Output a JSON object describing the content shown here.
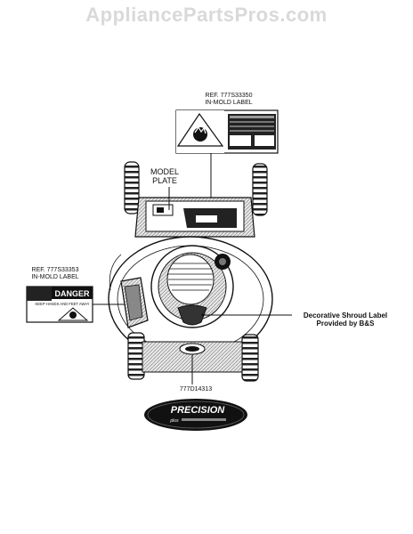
{
  "watermark": "AppliancePartsPros.com",
  "labels": {
    "ref_top_line1": "REF. 777S33350",
    "ref_top_line2": "IN-MOLD LABEL",
    "model_line1": "MODEL",
    "model_line2": "PLATE",
    "ref_left_line1": "REF. 777S33353",
    "ref_left_line2": "IN-MOLD LABEL",
    "shroud_line1": "Decorative Shroud Label",
    "shroud_line2": "Provided by B&S",
    "part_number": "777D14313"
  },
  "decals": {
    "danger_word": "DANGER",
    "danger_subtext": "KEEP HANDS AND FEET AWAY",
    "logo_word": "PRECISION",
    "logo_sub": "plus"
  },
  "colors": {
    "line": "#111111",
    "watermark": "#d9d9d9",
    "fill_gray": "#bdbdbd",
    "fill_dark": "#555555"
  }
}
